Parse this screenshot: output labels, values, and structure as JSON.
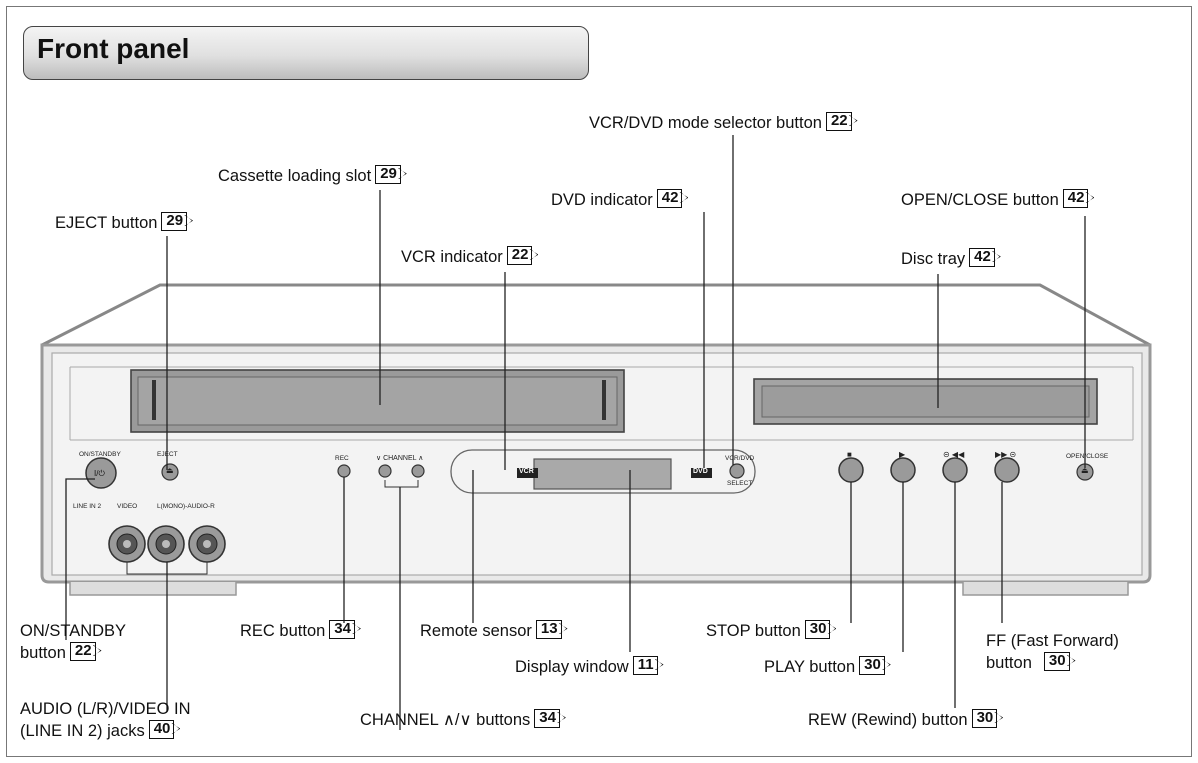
{
  "title": "Front panel",
  "callouts": {
    "eject": {
      "text": "EJECT button",
      "ref": "29"
    },
    "cassette_slot": {
      "text": "Cassette loading slot",
      "ref": "29"
    },
    "vcr_indicator": {
      "text": "VCR indicator",
      "ref": "22"
    },
    "dvd_indicator": {
      "text": "DVD indicator",
      "ref": "42"
    },
    "mode_selector": {
      "text": "VCR/DVD mode selector button",
      "ref": "22"
    },
    "open_close": {
      "text": "OPEN/CLOSE button",
      "ref": "42"
    },
    "disc_tray": {
      "text": "Disc tray",
      "ref": "42"
    },
    "on_standby_1": {
      "text": "ON/STANDBY"
    },
    "on_standby_2": {
      "text": "button",
      "ref": "22"
    },
    "rec": {
      "text": "REC button",
      "ref": "34"
    },
    "remote_sensor": {
      "text": "Remote sensor",
      "ref": "13"
    },
    "stop": {
      "text": "STOP button",
      "ref": "30"
    },
    "ff_1": {
      "text": "FF (Fast Forward)"
    },
    "ff_2": {
      "text": "button",
      "ref": "30"
    },
    "display_window": {
      "text": "Display window",
      "ref": "11"
    },
    "play": {
      "text": "PLAY button",
      "ref": "30"
    },
    "audio_1": {
      "text": "AUDIO (L/R)/VIDEO IN"
    },
    "audio_2": {
      "text": "(LINE IN 2) jacks",
      "ref": "40"
    },
    "channel": {
      "text": "CHANNEL ∧/∨ buttons",
      "ref": "34"
    },
    "rew": {
      "text": "REW (Rewind) button",
      "ref": "30"
    }
  },
  "panel": {
    "on_standby": "ON/STANDBY",
    "power_symbol": "I/⏻",
    "eject": "EJECT",
    "rec": "REC",
    "channel": "∨ CHANNEL ∧",
    "vcr_badge": "VCR",
    "dvd_badge": "DVD",
    "vcrdvd": "VCR/DVD",
    "select": "SELECT",
    "open_close": "OPEN/CLOSE",
    "line_in_2": "LINE IN 2",
    "video": "VIDEO",
    "audio_lr": "L(MONO)-AUDIO-R",
    "stop_sym": "■",
    "play_sym": "▶",
    "rew_sym": "⊝ ◀◀",
    "ff_sym": "▶▶ ⊝",
    "eject_sym": "⏏"
  }
}
